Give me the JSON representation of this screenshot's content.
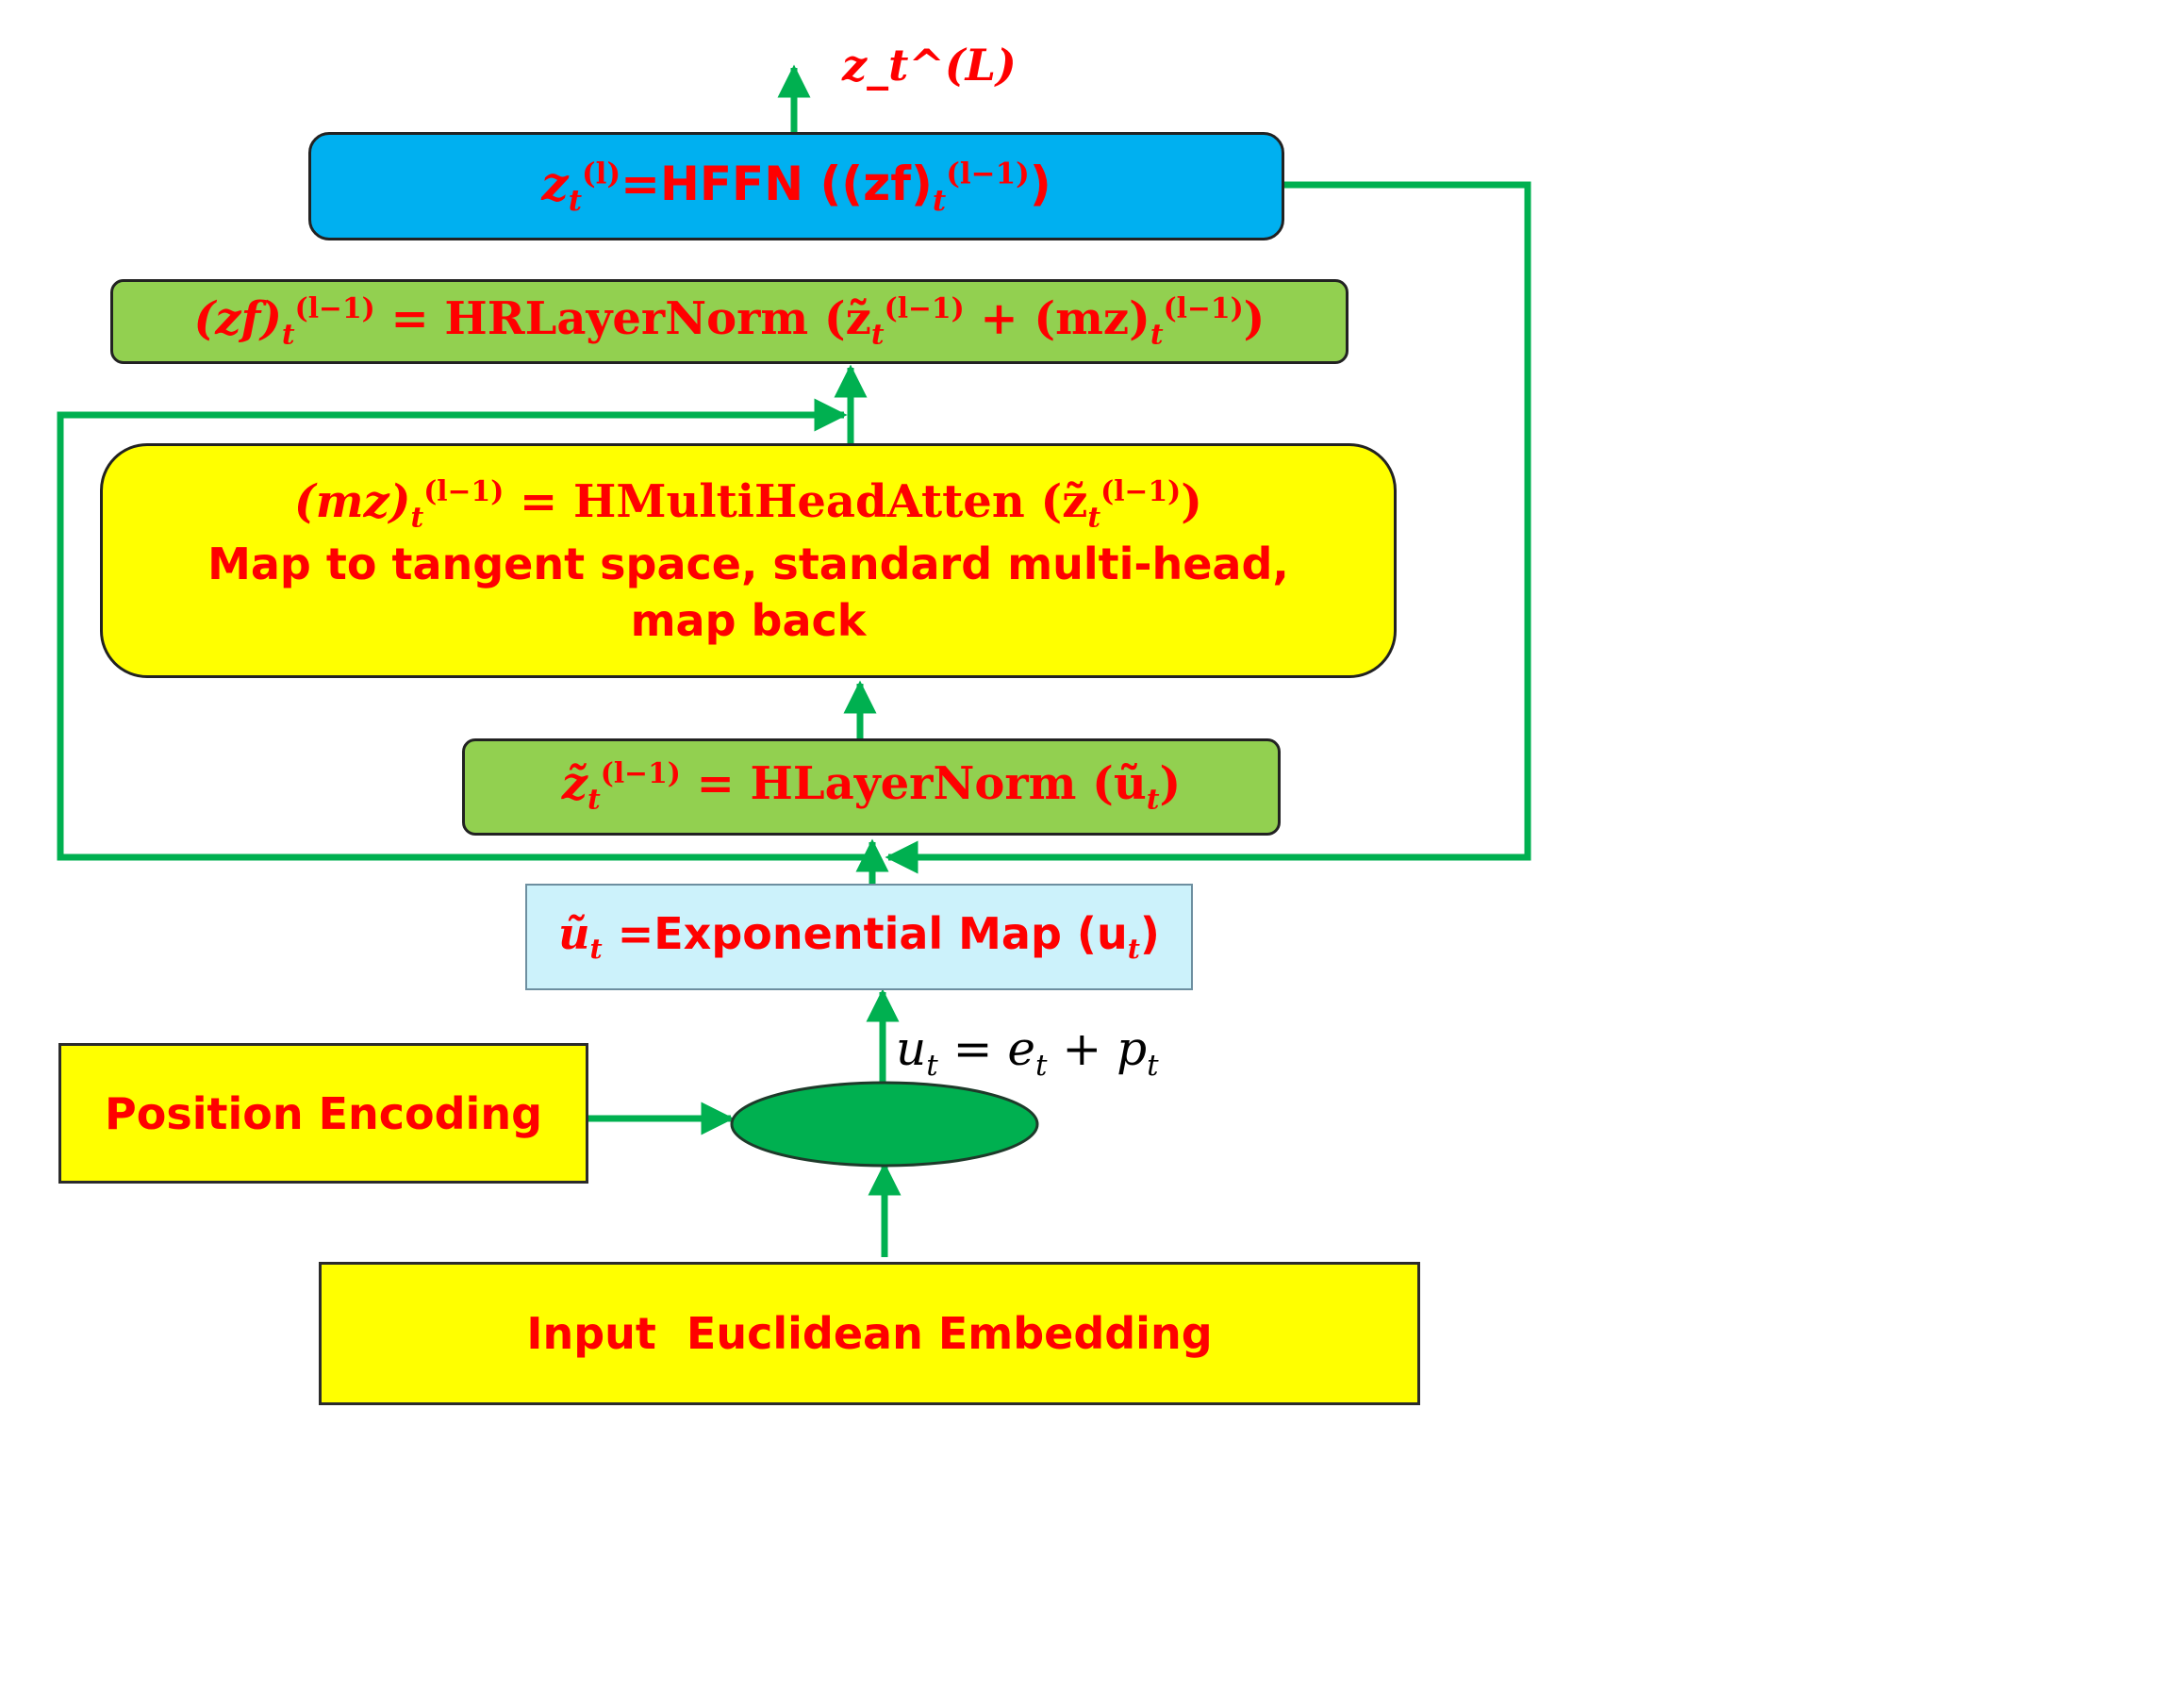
{
  "output_label": "z_t^(L)",
  "hffn_box": {
    "lhs": "z",
    "lhs_sub": "t",
    "lhs_sup": "(l)",
    "text": "=HFFN ((zf)",
    "text_sub": "t",
    "text_sup": "(l−1)",
    "close": ")"
  },
  "hrlayernorm_box": {
    "lhs": "(zf)",
    "lhs_sub": "t",
    "lhs_sup": "(l−1)",
    "mid": " = HRLayerNorm (z̃",
    "mid_sub": "t",
    "mid_sup": "(l−1)",
    "plus": " + (mz)",
    "plus_sub": "t",
    "plus_sup": "(l−1)",
    "close": ")"
  },
  "attention_box": {
    "lhs": "(mz)",
    "lhs_sub": "t",
    "lhs_sup": "(l−1)",
    "mid": " = HMultiHeadAtten (z̃",
    "mid_sub": "t",
    "mid_sup": "(l−1)",
    "close": ")",
    "line1": "Map to tangent space, standard multi-head,",
    "line2": "map back"
  },
  "hlayernorm_box": {
    "lhs": "z̃",
    "lhs_sub": "t",
    "lhs_sup": "(l−1)",
    "mid": " = HLayerNorm (ũ",
    "mid_sub": "t",
    "close": ")"
  },
  "expmap_box": {
    "lhs": "ũ",
    "lhs_sub": "t",
    "mid": " =Exponential Map (u",
    "mid_sub": "t",
    "close": ")"
  },
  "sum_equation": {
    "u": "u",
    "u_sub": "t",
    "eq": " = e",
    "e_sub": "t",
    "plus": " + p",
    "p_sub": "t"
  },
  "position_encoding_label": "Position Encoding",
  "input_embedding_label": "Input  Euclidean Embedding",
  "colors": {
    "arrow": "#00b050",
    "text_red": "#ff0000",
    "hffn_fill": "#00b0f0",
    "norm_fill": "#92d050",
    "attention_fill": "#ffff00",
    "expmap_fill": "#ccf2fb",
    "sum_node_fill": "#00b050"
  }
}
